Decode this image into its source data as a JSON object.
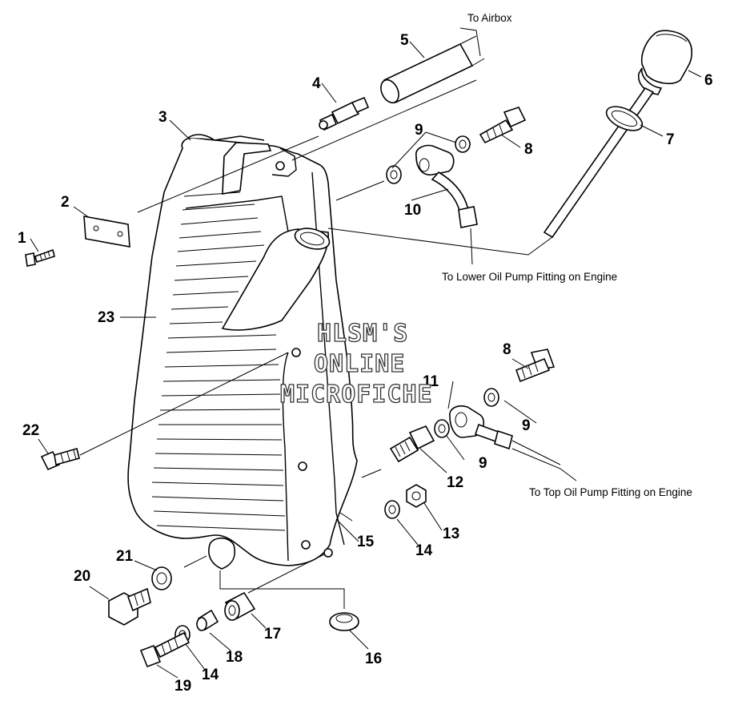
{
  "callouts": [
    "1",
    "2",
    "3",
    "4",
    "5",
    "6",
    "7",
    "8",
    "9",
    "10",
    "11",
    "12",
    "13",
    "14",
    "15",
    "16",
    "17",
    "18",
    "19",
    "20",
    "21",
    "22",
    "23"
  ],
  "callout_repeats": {
    "eight_b": "8",
    "nine_b": "9",
    "nine_c": "9",
    "fourteen_b": "14"
  },
  "notes": {
    "airbox": "To Airbox",
    "lower_pump": "To Lower Oil Pump Fitting on Engine",
    "top_pump": "To Top Oil Pump Fitting on Engine"
  },
  "watermark": [
    "HLSM'S",
    "ONLINE",
    "MICROFICHE"
  ]
}
